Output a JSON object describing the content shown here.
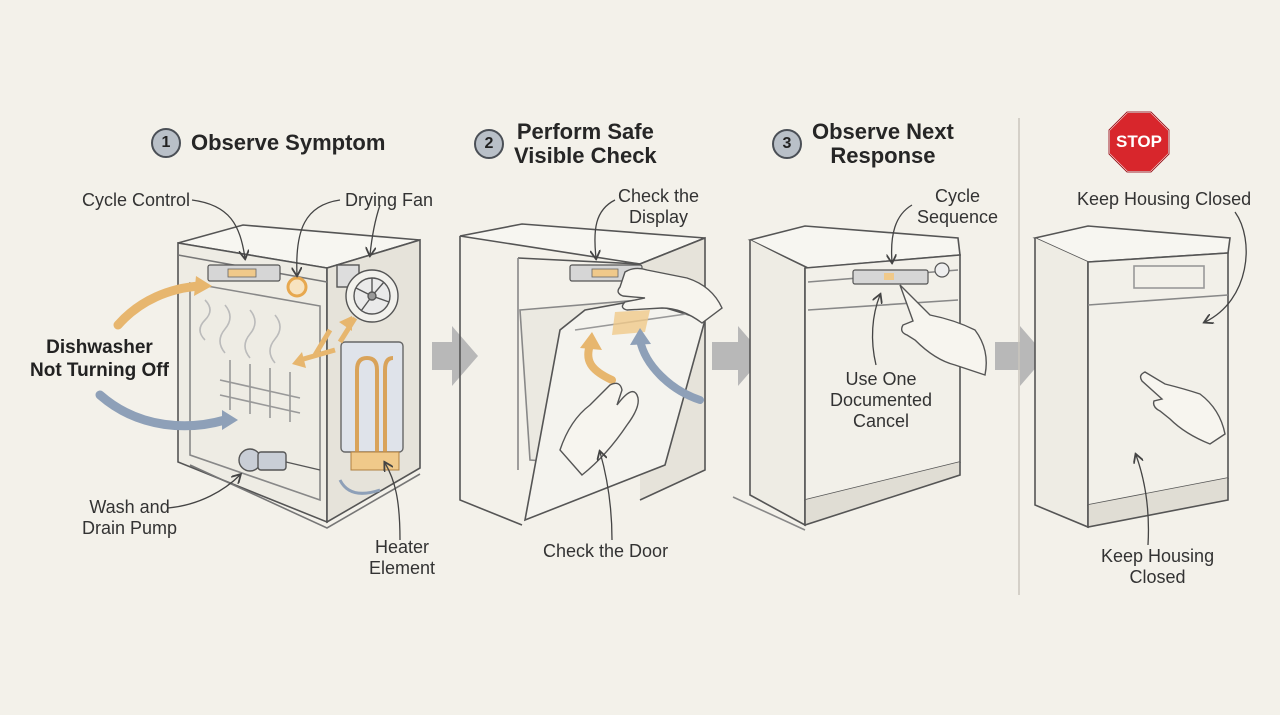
{
  "steps": [
    {
      "number": "1",
      "title_line1": "Observe Symptom",
      "title_line2": ""
    },
    {
      "number": "2",
      "title_line1": "Perform Safe",
      "title_line2": "Visible Check"
    },
    {
      "number": "3",
      "title_line1": "Observe Next",
      "title_line2": "Response"
    }
  ],
  "stop_sign": "STOP",
  "symptom": {
    "line1": "Dishwasher",
    "line2": "Not Turning Off"
  },
  "panel1": {
    "cycle_control": "Cycle Control",
    "drying_fan": "Drying Fan",
    "pump_line1": "Wash and",
    "pump_line2": "Drain Pump",
    "heater_line1": "Heater",
    "heater_line2": "Element"
  },
  "panel2": {
    "display_line1": "Check the",
    "display_line2": "Display",
    "door": "Check the Door"
  },
  "panel3": {
    "sequence_line1": "Cycle",
    "sequence_line2": "Sequence",
    "cancel_line1": "Use One",
    "cancel_line2": "Documented",
    "cancel_line3": "Cancel"
  },
  "panel4": {
    "top_label": "Keep Housing Closed",
    "bottom_line1": "Keep Housing",
    "bottom_line2": "Closed"
  },
  "colors": {
    "background": "#f3f1ea",
    "accent_orange": "#e7b66e",
    "accent_blue": "#8ea0b8",
    "stop_red": "#d8262c",
    "arrow_gray": "#b8b8b8"
  },
  "icons": [
    "step-number-badge",
    "stop-sign-icon",
    "hand-icon",
    "flow-arrow-icon",
    "fan-icon",
    "pump-icon",
    "heater-icon"
  ]
}
